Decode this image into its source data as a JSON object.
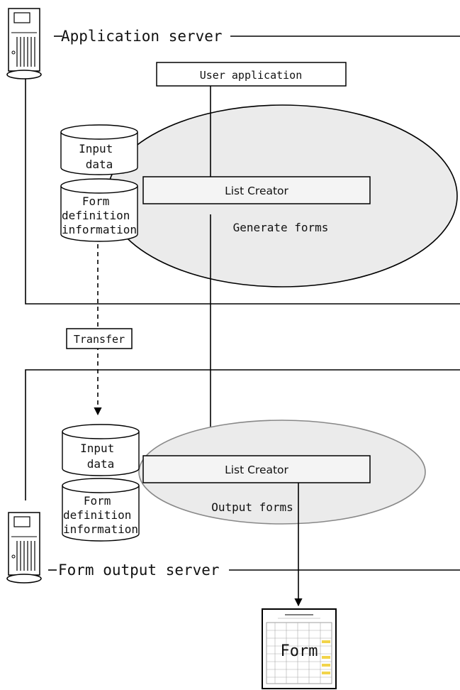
{
  "app_server": {
    "label": "Application server"
  },
  "form_server": {
    "label": "Form output server"
  },
  "user_app": {
    "label": "User application"
  },
  "generate": {
    "list_creator": "List Creator",
    "caption": "Generate forms",
    "input_data": [
      "Input",
      "data"
    ],
    "form_def": [
      "Form",
      "definition",
      "information"
    ]
  },
  "transfer": {
    "label": "Transfer"
  },
  "output": {
    "list_creator": "List Creator",
    "caption": "Output forms",
    "input_data": [
      "Input",
      "data"
    ],
    "form_def": [
      "Form",
      "definition",
      "information"
    ]
  },
  "form_doc": {
    "label": "Form"
  },
  "colors": {
    "line": "#000000",
    "ellipse_fill": "#ebebeb",
    "box_fill": "#f4f4f4",
    "output_ellipse_stroke": "#888888"
  }
}
